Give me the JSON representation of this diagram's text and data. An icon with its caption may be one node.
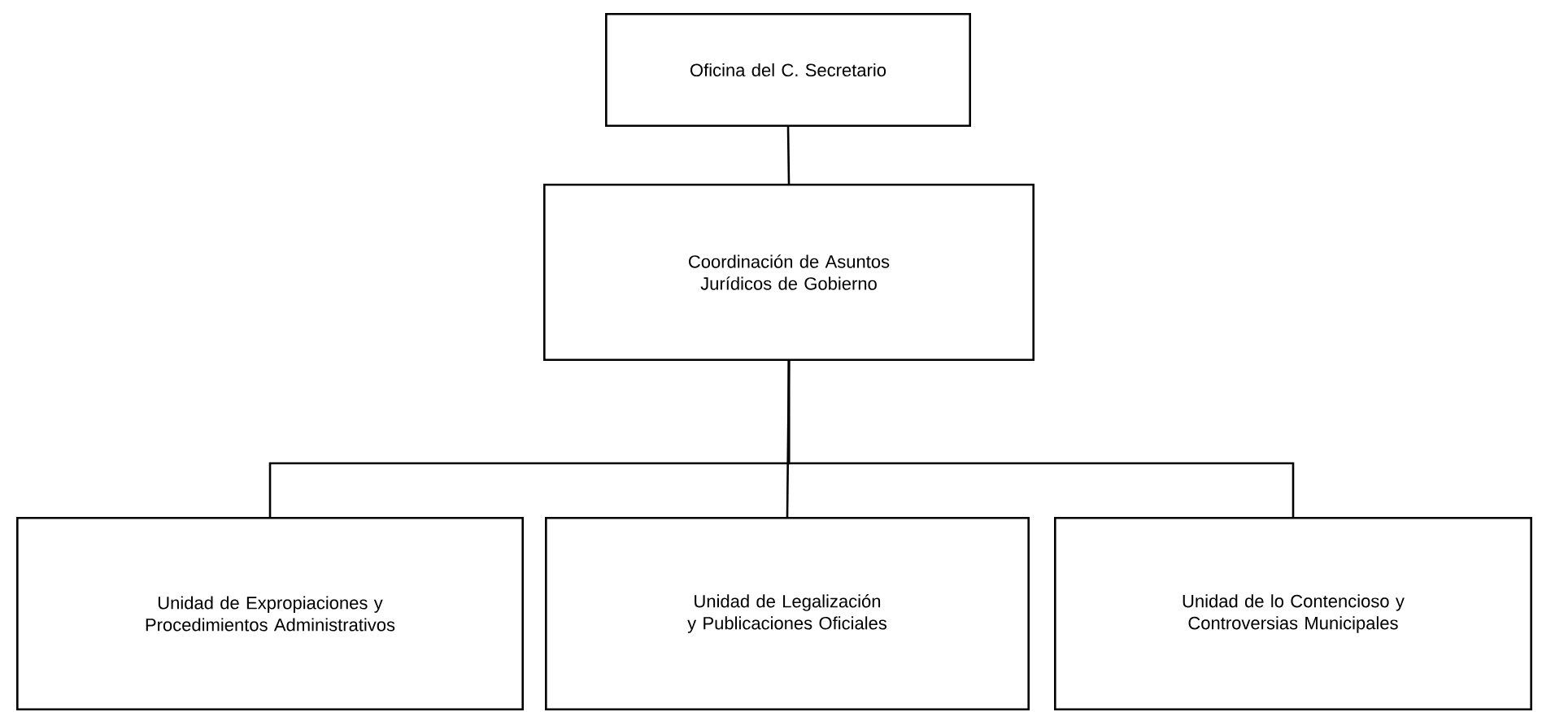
{
  "diagram": {
    "nodes": [
      {
        "text": [
          "Oficina del C. Secretario"
        ]
      },
      {
        "text": [
          "Coordinación de Asuntos Jurídicos de Gobierno"
        ]
      },
      {
        "text": [
          "Unidad de Expropiaciones y Procedimientos Administrativos"
        ]
      },
      {
        "text": [
          "Unidad de Legalización y Publicaciones Oficiales"
        ]
      },
      {
        "text": [
          "Unidad de lo Contencioso y Controversias Municipales"
        ]
      }
    ],
    "edges": [
      {
        "from": 0,
        "to": 1,
        "arrow": "none"
      },
      {
        "from": 1,
        "to": 2,
        "arrow": "none"
      },
      {
        "from": 1,
        "to": 3,
        "arrow": "none"
      },
      {
        "from": 1,
        "to": 4,
        "arrow": "none"
      }
    ]
  }
}
